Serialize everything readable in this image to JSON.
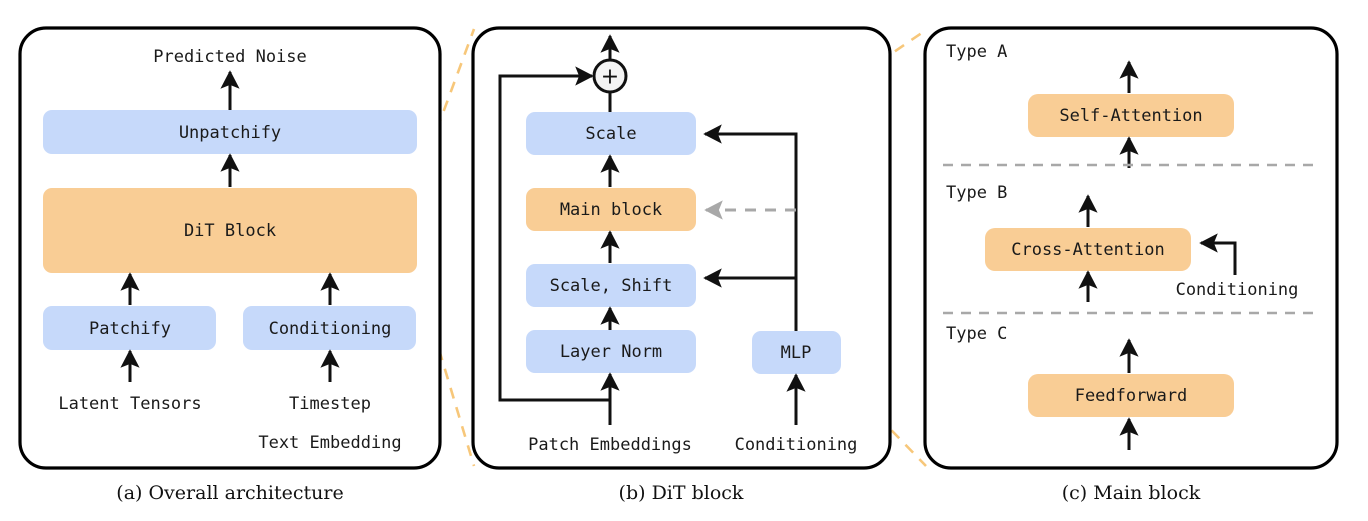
{
  "figure": {
    "title": "DiT architecture diagram",
    "colors": {
      "blue": "#c6d9fa",
      "orange": "#f9cd95",
      "outline": "#000000",
      "zoom_dash": "#f7c77a",
      "gray_dash": "#a8a8a8"
    }
  },
  "panel_a": {
    "caption": "(a) Overall architecture",
    "output_label": "Predicted Noise",
    "boxes": [
      {
        "label": "Unpatchify",
        "color": "blue"
      },
      {
        "label": "DiT Block",
        "color": "orange"
      },
      {
        "label": "Patchify",
        "color": "blue"
      },
      {
        "label": "Conditioning",
        "color": "blue"
      }
    ],
    "inputs": [
      "Latent Tensors",
      "Timestep",
      "Text Embedding"
    ]
  },
  "panel_b": {
    "caption": "(b) DiT block",
    "sum_node": "+",
    "boxes": [
      {
        "label": "Scale",
        "color": "blue"
      },
      {
        "label": "Main block",
        "color": "orange"
      },
      {
        "label": "Scale, Shift",
        "color": "blue"
      },
      {
        "label": "Layer Norm",
        "color": "blue"
      },
      {
        "label": "MLP",
        "color": "blue"
      }
    ],
    "inputs": [
      "Patch Embeddings",
      "Conditioning"
    ]
  },
  "panel_c": {
    "caption": "(c) Main block",
    "types": [
      {
        "type_label": "Type A",
        "box": "Self-Attention",
        "color": "orange",
        "side_input": null
      },
      {
        "type_label": "Type B",
        "box": "Cross-Attention",
        "color": "orange",
        "side_input": "Conditioning"
      },
      {
        "type_label": "Type C",
        "box": "Feedforward",
        "color": "orange",
        "side_input": null
      }
    ]
  }
}
